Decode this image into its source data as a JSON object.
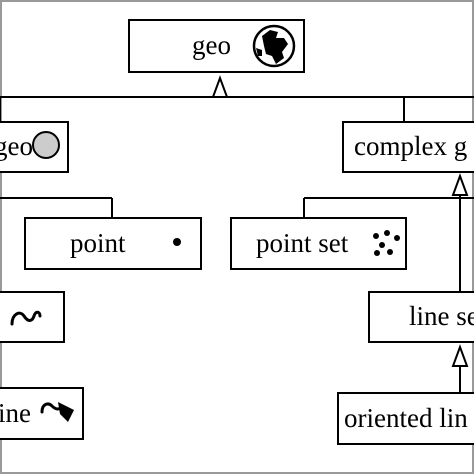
{
  "nodes": {
    "geo": {
      "label": "geo",
      "icon": "globe-icon"
    },
    "simple_geo": {
      "label": "geo",
      "icon": "circle-icon"
    },
    "complex_geo": {
      "label": "complex g",
      "icon": ""
    },
    "point": {
      "label": "point",
      "icon": "dot-icon"
    },
    "point_set": {
      "label": "point set",
      "icon": "dots-icon"
    },
    "line": {
      "label": "",
      "icon": "curve-icon"
    },
    "line_set": {
      "label": "line se",
      "icon": ""
    },
    "oriented_line": {
      "label": "ine",
      "icon": "oriented-curve-icon"
    },
    "oriented_line_set": {
      "label": "oriented lin",
      "icon": ""
    }
  },
  "edges": [
    {
      "from": "simple_geo",
      "to": "geo",
      "type": "generalization"
    },
    {
      "from": "complex_geo",
      "to": "geo",
      "type": "generalization"
    },
    {
      "from": "point",
      "to": "simple_geo",
      "type": "association"
    },
    {
      "from": "point_set",
      "to": "complex_geo",
      "type": "generalization"
    },
    {
      "from": "line_set",
      "to": "complex_geo",
      "type": "generalization"
    },
    {
      "from": "oriented_line_set",
      "to": "line_set",
      "type": "generalization"
    }
  ],
  "colors": {
    "stroke": "#000000",
    "background": "#ffffff",
    "frame": "#999999",
    "icon_fill": "#cccccc"
  }
}
